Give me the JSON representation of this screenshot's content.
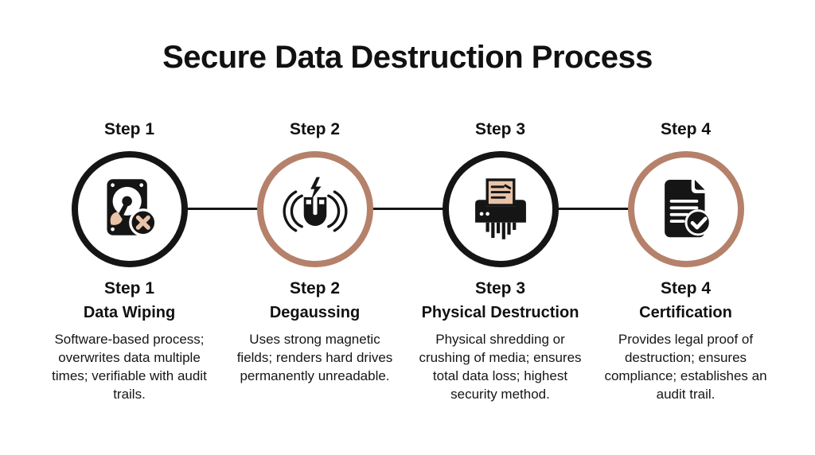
{
  "title": "Secure Data Destruction Process",
  "colors": {
    "ink": "#151515",
    "tan_ring": "#b5816b",
    "peach_accent": "#e8c3a8",
    "background": "#ffffff",
    "connector_line": "#151515"
  },
  "steps": [
    {
      "step_label": "Step 1",
      "name": "Data Wiping",
      "description": "Software-based process; overwrites data multiple times; verifiable with audit trails.",
      "icon": "hard-drive-wipe-icon",
      "ring": "dark"
    },
    {
      "step_label": "Step 2",
      "name": "Degaussing",
      "description": "Uses strong magnetic fields; renders hard drives permanently unreadable.",
      "icon": "degausser-magnet-icon",
      "ring": "tan"
    },
    {
      "step_label": "Step 3",
      "name": "Physical Destruction",
      "description": "Physical shredding or crushing of media; ensures total data loss; highest security method.",
      "icon": "shredder-icon",
      "ring": "dark"
    },
    {
      "step_label": "Step 4",
      "name": "Certification",
      "description": "Provides legal proof of destruction; ensures compliance; establishes an audit trail.",
      "icon": "certificate-check-icon",
      "ring": "tan"
    }
  ]
}
